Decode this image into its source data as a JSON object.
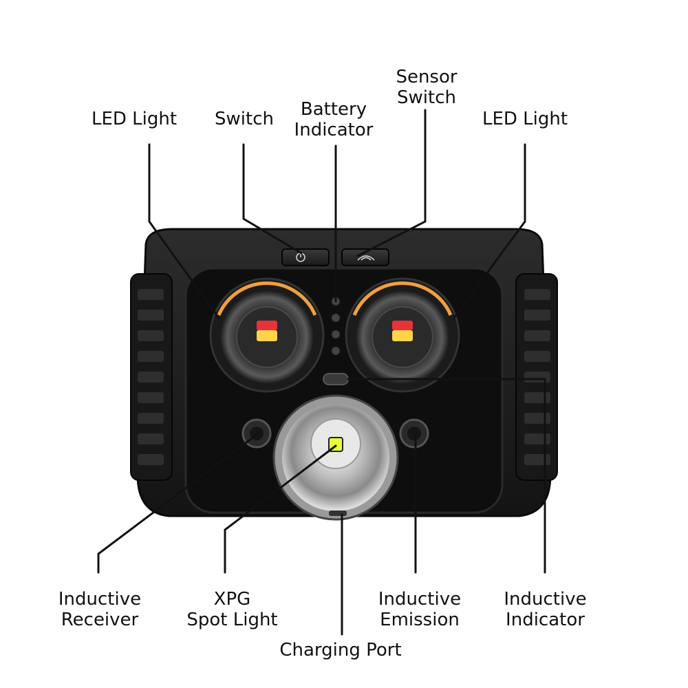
{
  "labels": {
    "led_light_left": "LED Light",
    "switch": "Switch",
    "battery_indicator": [
      "Battery",
      "Indicator"
    ],
    "sensor_switch": [
      "Sensor",
      "Switch"
    ],
    "led_light_right": "LED Light",
    "inductive_receiver": [
      "Inductive",
      "Receiver"
    ],
    "xpg_spot_light": [
      "XPG",
      "Spot Light"
    ],
    "inductive_emission": [
      "Inductive",
      "Emission"
    ],
    "inductive_indicator": [
      "Inductive",
      "Indicator"
    ],
    "charging_port": "Charging Port"
  },
  "colors": {
    "body": "#1c1c1c",
    "face": "#0e0e0e",
    "leader_line": "#111111",
    "led_warm_ring": "#f0a040",
    "led_red": "#e8323a",
    "led_yellow": "#ffd34a",
    "xpg_chip": "#e8ff3a",
    "reflector": "#d8d8d8"
  },
  "icons": [
    "power-icon",
    "sensor-icon"
  ]
}
